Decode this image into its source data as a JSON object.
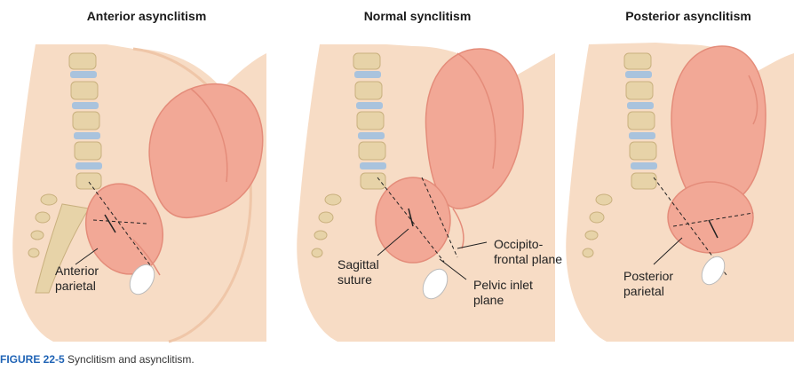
{
  "panels": [
    {
      "title": "Anterior asynclitism",
      "labels": {
        "a": "Anterior",
        "b": "parietal"
      }
    },
    {
      "title": "Normal synclitism",
      "labels": {
        "sagittal_a": "Sagittal",
        "sagittal_b": "suture",
        "occ_a": "Occipito-",
        "occ_b": "frontal plane",
        "pelvic_a": "Pelvic inlet",
        "pelvic_b": "plane"
      }
    },
    {
      "title": "Posterior asynclitism",
      "labels": {
        "a": "Posterior",
        "b": "parietal"
      }
    }
  ],
  "caption": {
    "figure": "FIGURE 22-5",
    "text": "Synclitism and asynclitism."
  },
  "colors": {
    "skin": "#f7dcc5",
    "fetus": "#f2a896",
    "fetus_shade": "#e48c7a",
    "spine": "#e7d3a8",
    "disc": "#a9c3dd",
    "caption_blue": "#1f63b5"
  }
}
